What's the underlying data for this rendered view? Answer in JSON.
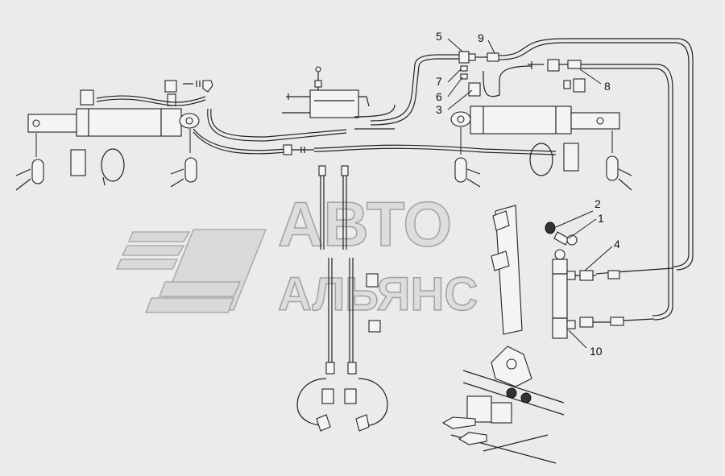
{
  "watermark": {
    "line1": "АВТО",
    "line2": "АЛЬЯНС"
  },
  "callouts": [
    {
      "id": "1",
      "label": "1"
    },
    {
      "id": "2",
      "label": "2"
    },
    {
      "id": "3",
      "label": "3"
    },
    {
      "id": "4",
      "label": "4"
    },
    {
      "id": "5",
      "label": "5"
    },
    {
      "id": "6",
      "label": "6"
    },
    {
      "id": "7",
      "label": "7"
    },
    {
      "id": "8",
      "label": "8"
    },
    {
      "id": "9",
      "label": "9"
    },
    {
      "id": "10",
      "label": "10"
    }
  ],
  "colors": {
    "background": "#ebebeb",
    "line": "#222222",
    "watermark_fill": "#dcdcdc",
    "watermark_stroke": "#9a9a9a"
  }
}
